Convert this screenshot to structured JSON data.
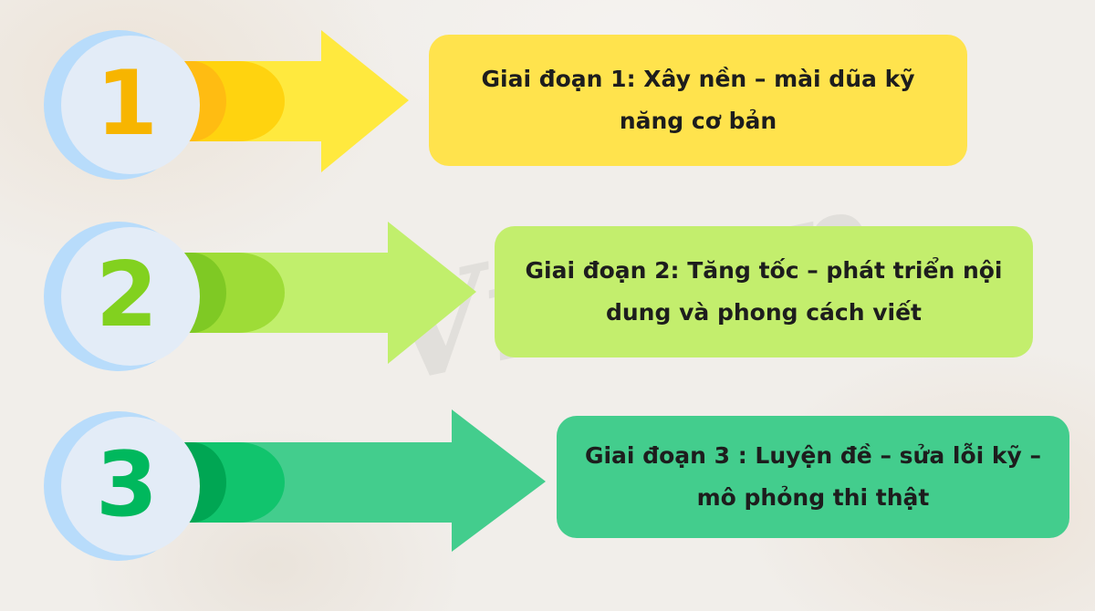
{
  "stages": [
    {
      "number": "1",
      "label": "Giai đoạn 1: Xây nền – mài dũa kỹ năng cơ bản",
      "colors": {
        "dark": "#ffbc12",
        "mid": "#ffd30f",
        "light": "#ffe93e",
        "box": "#ffe34d",
        "digit": "#f7b500"
      }
    },
    {
      "number": "2",
      "label": "Giai đoạn 2: Tăng tốc – phát triển nội dung và phong cách viết",
      "colors": {
        "dark": "#7fc924",
        "mid": "#9edc37",
        "light": "#c1ef6c",
        "box": "#c3ee6d",
        "digit": "#82d11f"
      }
    },
    {
      "number": "3",
      "label": "Giai đoạn 3 : Luyện đề – sửa lỗi kỹ – mô phỏng thi thật",
      "colors": {
        "dark": "#00a653",
        "mid": "#11c46d",
        "light": "#43cd8d",
        "box": "#43cd8d",
        "digit": "#00b85d"
      }
    }
  ],
  "watermark": "Vietop"
}
